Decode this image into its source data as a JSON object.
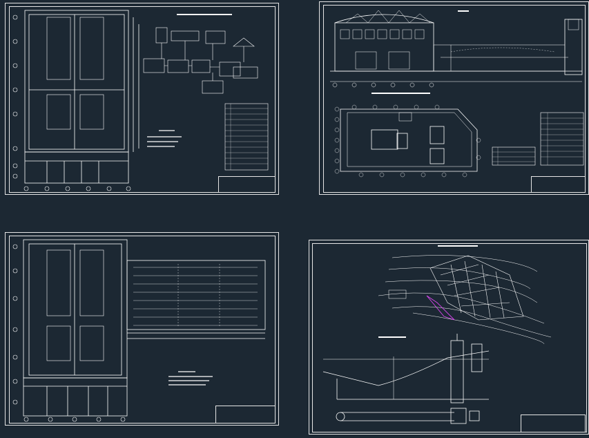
{
  "colors": {
    "background": "#1c2833",
    "line": "#ffffff",
    "highlight": "#d946ef"
  },
  "sheets": [
    {
      "name": "sheet-plan-building"
    },
    {
      "name": "sheet-elevation-siteplan"
    },
    {
      "name": "sheet-plan-filters"
    },
    {
      "name": "sheet-intake-section"
    }
  ],
  "title_blocks": [
    "",
    "",
    "",
    ""
  ]
}
